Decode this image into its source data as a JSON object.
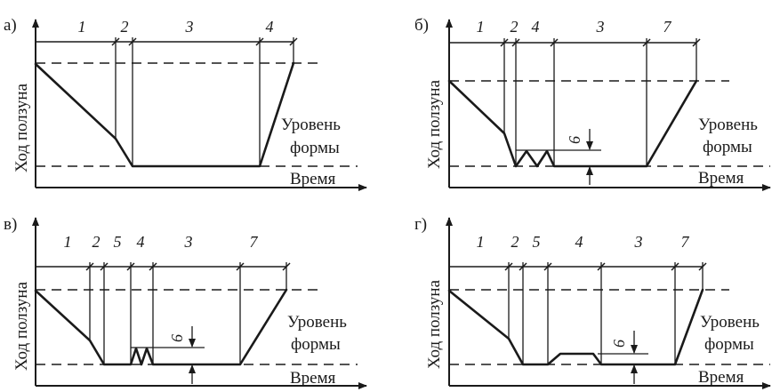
{
  "labels": {
    "y_axis": "Ход ползуна",
    "level_line1": "Уровень",
    "level_line2": "формы",
    "x_axis": "Время"
  },
  "panels": [
    {
      "letter": "а)",
      "phases": [
        "1",
        "2",
        "3",
        "4"
      ],
      "gap_label": ""
    },
    {
      "letter": "б)",
      "phases": [
        "1",
        "2",
        "4",
        "3",
        "7"
      ],
      "gap_label": "6"
    },
    {
      "letter": "в)",
      "phases": [
        "1",
        "2",
        "5",
        "4",
        "3",
        "7"
      ],
      "gap_label": "6"
    },
    {
      "letter": "г)",
      "phases": [
        "1",
        "2",
        "5",
        "4",
        "3",
        "7"
      ],
      "gap_label": "6"
    }
  ]
}
